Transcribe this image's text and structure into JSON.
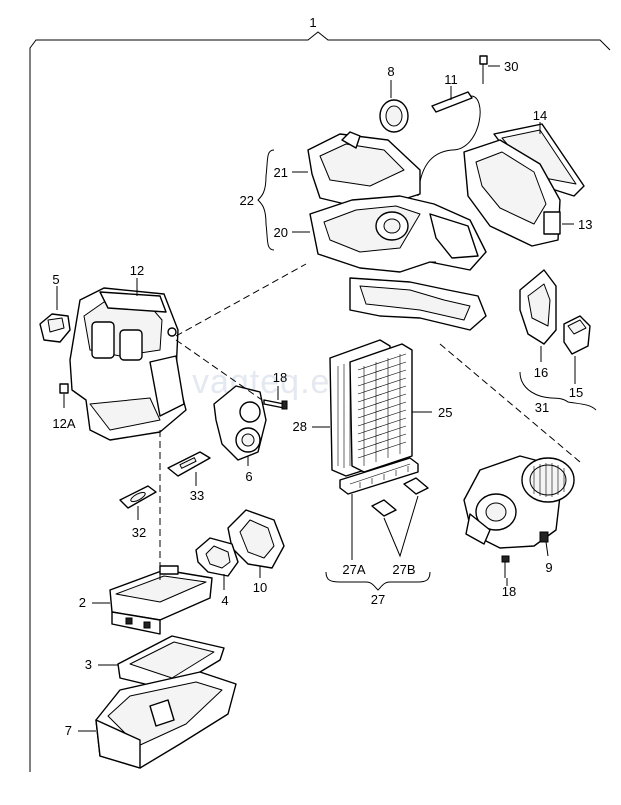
{
  "watermark": "vagteq.eu",
  "callouts": {
    "c1": "1",
    "c2": "2",
    "c3": "3",
    "c4": "4",
    "c5": "5",
    "c6": "6",
    "c7": "7",
    "c8": "8",
    "c9": "9",
    "c10": "10",
    "c11": "11",
    "c12": "12",
    "c12a": "12A",
    "c13": "13",
    "c14": "14",
    "c15": "15",
    "c16": "16",
    "c18a": "18",
    "c18b": "18",
    "c20": "20",
    "c21": "21",
    "c22": "22",
    "c25": "25",
    "c27": "27",
    "c27a": "27A",
    "c27b": "27B",
    "c28": "28",
    "c30": "30",
    "c31": "31",
    "c32": "32",
    "c33": "33"
  }
}
